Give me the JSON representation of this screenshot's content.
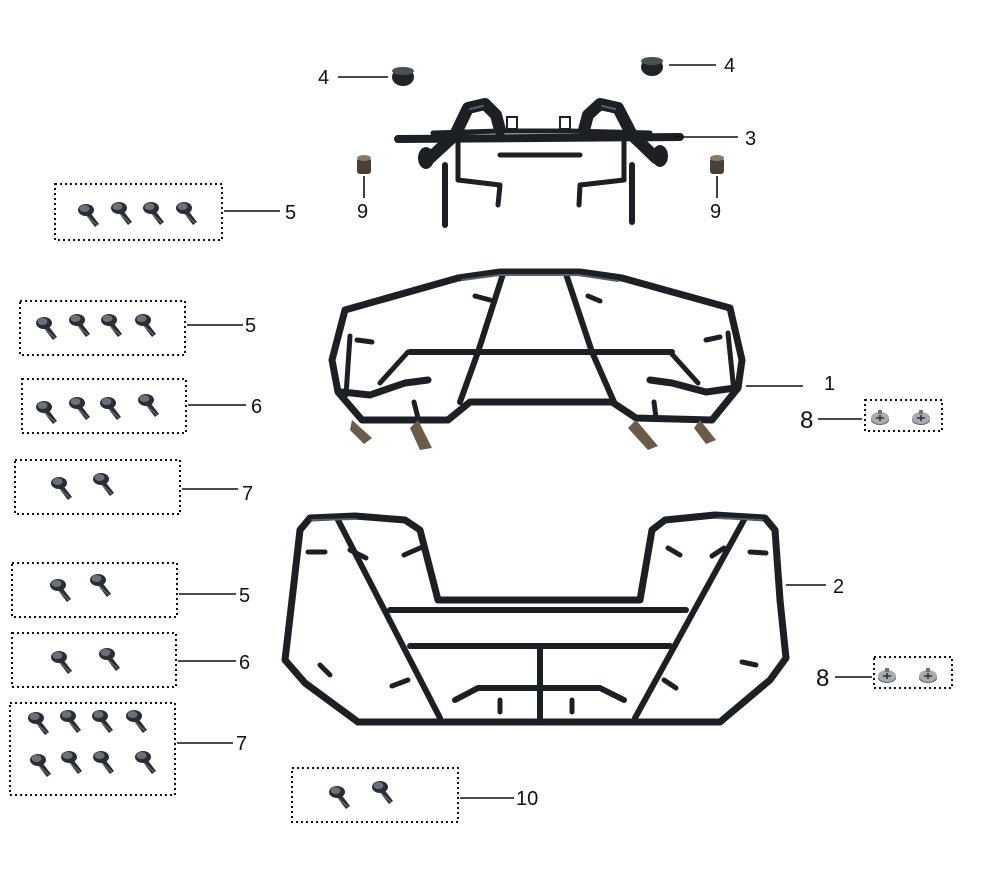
{
  "callouts": {
    "c4a": "4",
    "c4b": "4",
    "c3": "3",
    "c9a": "9",
    "c9b": "9",
    "c5a": "5",
    "c5b": "5",
    "c6a": "6",
    "c7a": "7",
    "c1": "1",
    "c8a": "8",
    "c2": "2",
    "c5c": "5",
    "c6b": "6",
    "c7b": "7",
    "c8b": "8",
    "c10": "10"
  },
  "parts": {
    "rear_rack": "rear-rack",
    "front_rack": "front-rack",
    "rack_support": "rack-support-bracket",
    "grommet": "rubber-grommet",
    "spacer": "spacer-bushing",
    "flange_bolt": "flange-bolt",
    "screw": "phillips-screw"
  },
  "colors": {
    "frame": "#1c1f24",
    "frame_highlight": "#5a606a",
    "bolt": "#2a2d33",
    "screw": "#8a8d92",
    "line": "#111111"
  }
}
